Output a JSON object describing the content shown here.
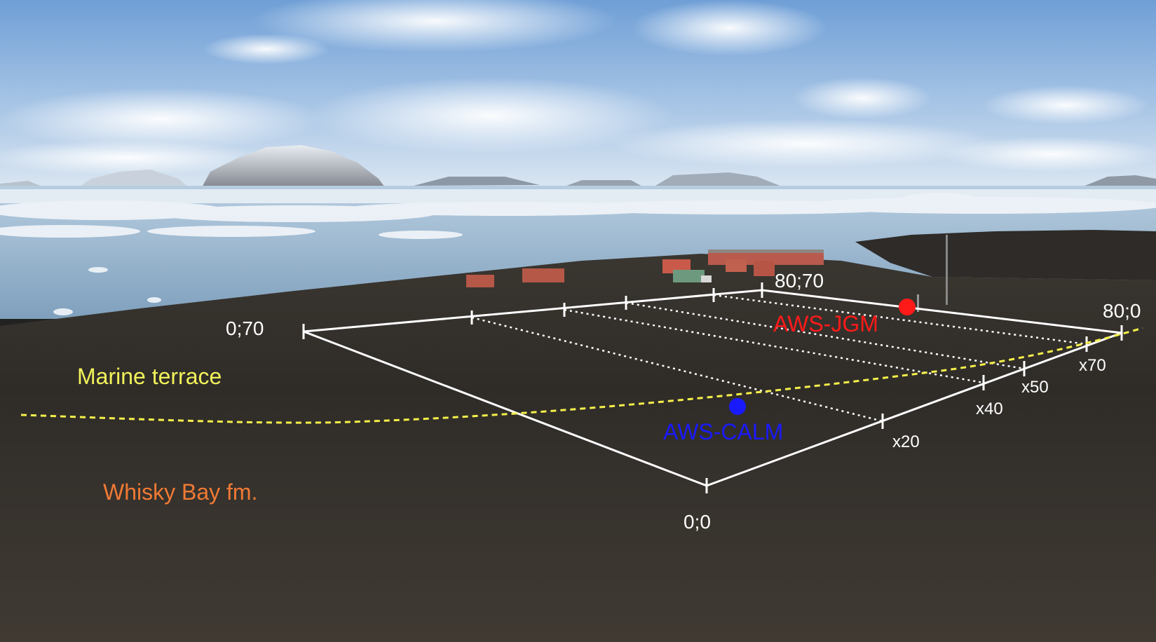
{
  "grid": {
    "corners": {
      "origin": "0;0",
      "left": "0;70",
      "far": "80;70",
      "right": "80;0"
    },
    "ticks": [
      "x20",
      "x40",
      "x50",
      "x70"
    ]
  },
  "stations": {
    "jgm": {
      "label": "AWS-JGM",
      "color": "#ff1a1a"
    },
    "calm": {
      "label": "AWS-CALM",
      "color": "#1a1aff"
    }
  },
  "units": {
    "marine": {
      "label": "Marine terrace",
      "color": "#f2f25a"
    },
    "whisky": {
      "label": "Whisky Bay fm.",
      "color": "#f07a35"
    }
  },
  "colors": {
    "grid": "#ffffff",
    "boundary": "#f5f04a"
  }
}
